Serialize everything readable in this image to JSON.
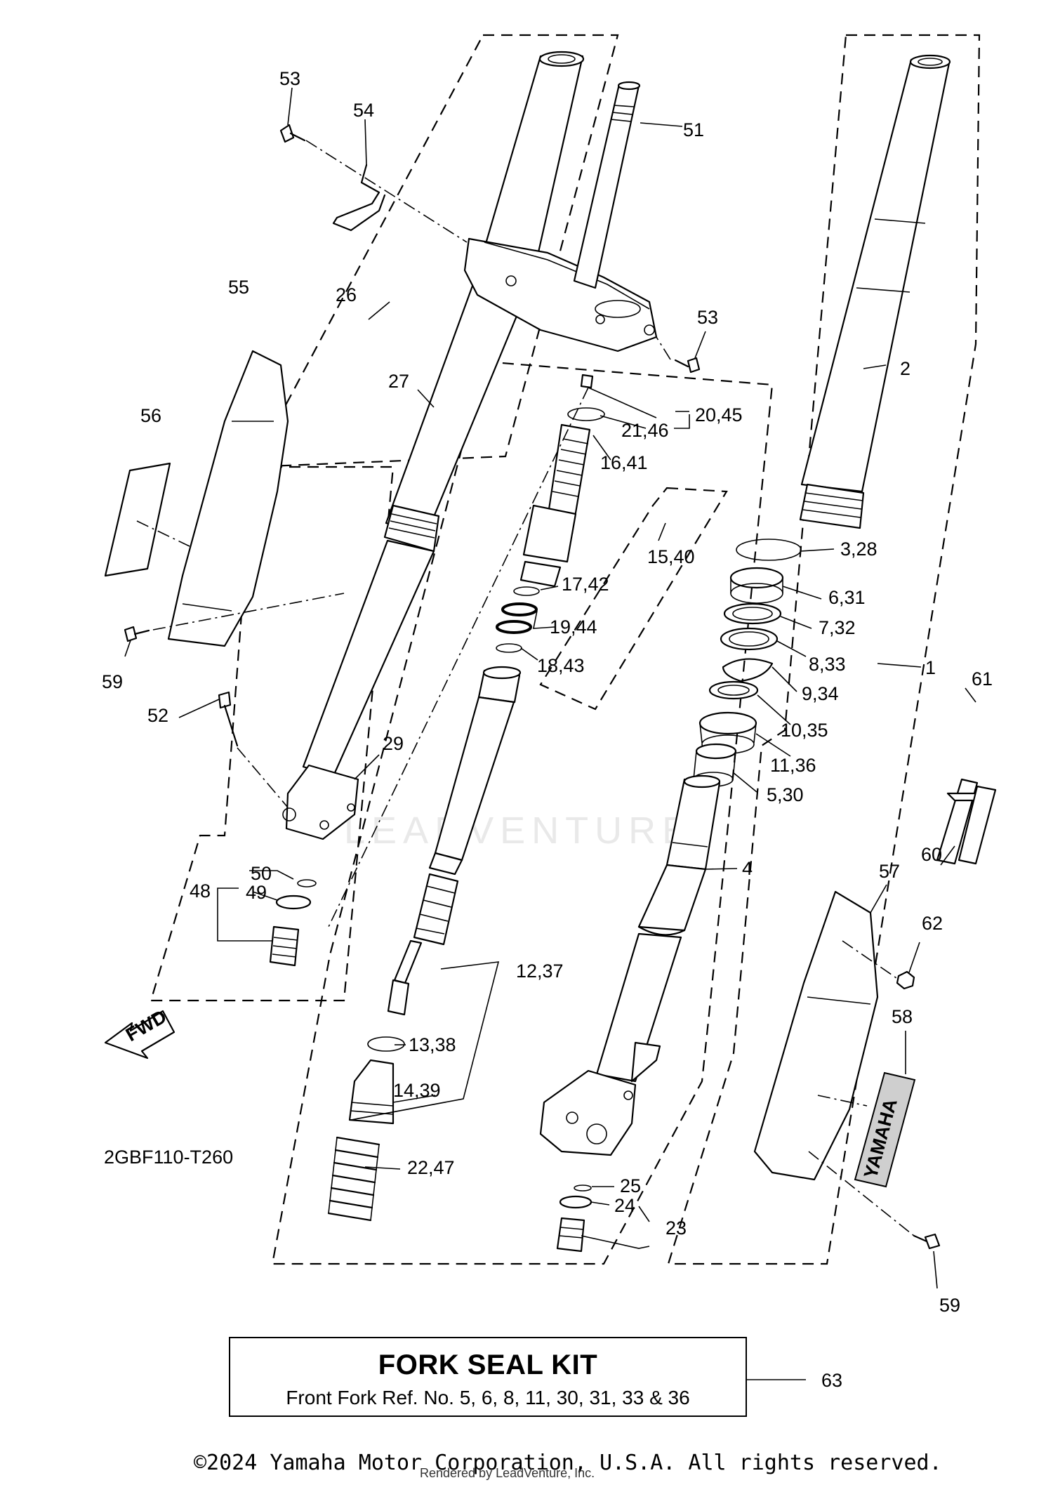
{
  "diagram_code": "2GBF110-T260",
  "watermark_text": "LEADVENTURE",
  "fwd_label": "FWD",
  "yamaha_decal": "YAMAHA",
  "callouts": {
    "c1": "1",
    "c2": "2",
    "c3_28": "3,28",
    "c4": "4",
    "c5_30": "5,30",
    "c6_31": "6,31",
    "c7_32": "7,32",
    "c8_33": "8,33",
    "c9_34": "9,34",
    "c10_35": "10,35",
    "c11_36": "11,36",
    "c12_37": "12,37",
    "c13_38": "13,38",
    "c14_39": "14,39",
    "c15_40": "15,40",
    "c16_41": "16,41",
    "c17_42": "17,42",
    "c18_43": "18,43",
    "c19_44": "19,44",
    "c20_45": "20,45",
    "c21_46": "21,46",
    "c22_47": "22,47",
    "c23": "23",
    "c24": "24",
    "c25": "25",
    "c26": "26",
    "c27": "27",
    "c29": "29",
    "c48": "48",
    "c49": "49",
    "c50": "50",
    "c51": "51",
    "c52": "52",
    "c53a": "53",
    "c53b": "53",
    "c54": "54",
    "c55": "55",
    "c56": "56",
    "c57": "57",
    "c58": "58",
    "c59a": "59",
    "c59b": "59",
    "c60": "60",
    "c61": "61",
    "c62": "62",
    "c63": "63"
  },
  "seal_kit": {
    "title": "FORK SEAL KIT",
    "description": "Front Fork Ref. No. 5, 6, 8, 11, 30, 31, 33 & 36"
  },
  "copyright": "©2024 Yamaha Motor Corporation, U.S.A. All rights reserved.",
  "rendered_by": "Rendered by LeadVenture, Inc."
}
